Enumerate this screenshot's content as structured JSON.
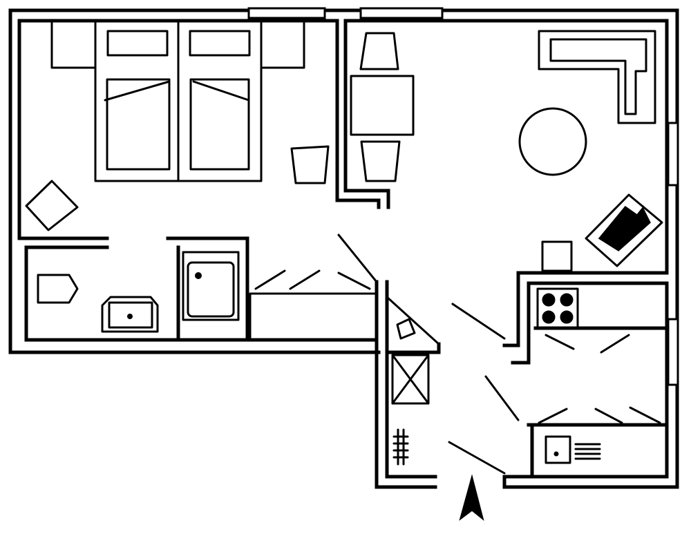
{
  "plan": {
    "rooms": [
      "bedroom",
      "living-room",
      "bathroom",
      "hallway",
      "kitchen",
      "closet"
    ],
    "furniture": [
      "twin-bed",
      "pillow",
      "nightstand",
      "armchair",
      "side-table",
      "dining-table",
      "dining-chair",
      "corner-sofa",
      "round-table",
      "tv-set",
      "stool",
      "cooktop",
      "sink",
      "toilet",
      "washbasin",
      "shower-tray",
      "wardrobe",
      "radiator",
      "phone"
    ],
    "entrance_marker": "north-arrow",
    "colors": {
      "line": "#000000",
      "background": "#ffffff"
    }
  }
}
